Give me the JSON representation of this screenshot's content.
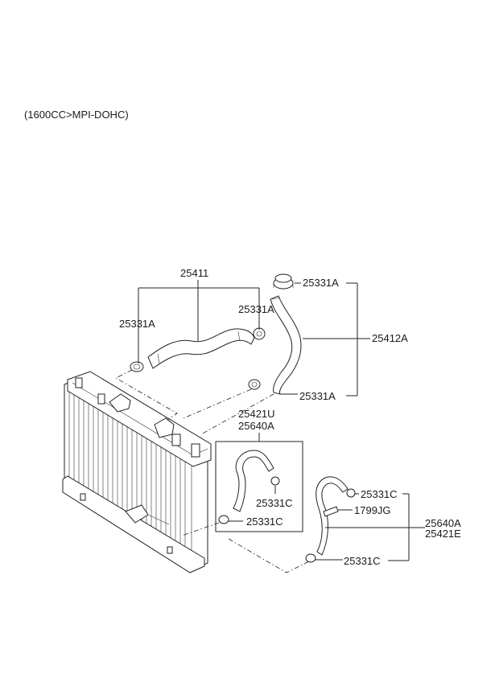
{
  "engine_label": "(1600CC>MPI-DOHC)",
  "callouts": {
    "p25411": "25411",
    "p25331a_left": "25331A",
    "p25331a_upper_mid": "25331A",
    "p25331a_cap": "25331A",
    "p25412a": "25412A",
    "p25331a_lower": "25331A",
    "p25421u": "25421U",
    "p25640a_box": "25640A",
    "p25331c_box_upper": "25331C",
    "p25331c_box_lower": "25331C",
    "p25331c_right_upper": "25331C",
    "p1799jg": "1799JG",
    "p25640a_right": "25640A",
    "p25421e": "25421E",
    "p25331c_right_lower": "25331C"
  }
}
